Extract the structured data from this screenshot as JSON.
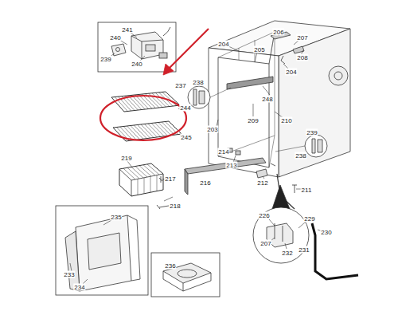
{
  "diagram": {
    "labels": [
      "240",
      "241",
      "239",
      "240",
      "244",
      "245",
      "204",
      "205",
      "206",
      "207",
      "208",
      "204",
      "237",
      "238",
      "248",
      "209",
      "203",
      "210",
      "238",
      "239",
      "214",
      "213",
      "212",
      "211",
      "216",
      "219",
      "217",
      "218",
      "226",
      "229",
      "230",
      "207",
      "232",
      "231",
      "235",
      "233",
      "234",
      "236"
    ]
  }
}
